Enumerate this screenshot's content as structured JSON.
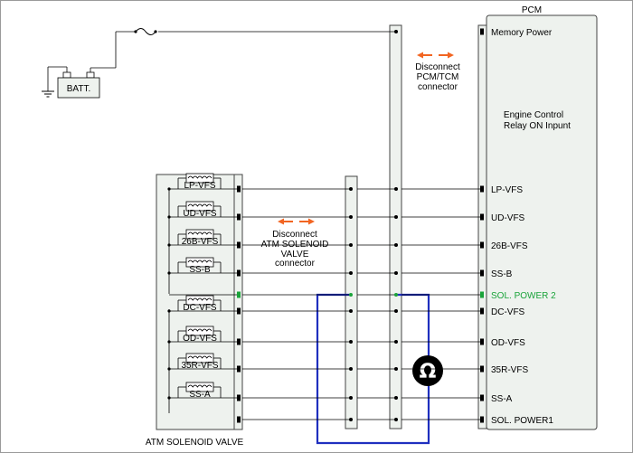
{
  "labels": {
    "pcm_title": "PCM",
    "battery": "BATT.",
    "atm_title": "ATM SOLENOID VALVE",
    "disconnect_pcm_lines": [
      "Disconnect",
      "PCM/TCM",
      "connector"
    ],
    "disconnect_atm_lines": [
      "Disconnect",
      "ATM SOLENOID",
      "VALVE",
      "connector"
    ],
    "engine_control_lines": [
      "Engine Control",
      "Relay ON Inpunt"
    ],
    "ohm_symbol": "Ω"
  },
  "solenoids": [
    "LP-VFS",
    "UD-VFS",
    "26B-VFS",
    "SS-B",
    "DC-VFS",
    "OD-VFS",
    "35R-VFS",
    "SS-A"
  ],
  "pcm_pins": [
    "Memory Power",
    "LP-VFS",
    "UD-VFS",
    "26B-VFS",
    "SS-B",
    "SOL. POWER 2",
    "DC-VFS",
    "OD-VFS",
    "35R-VFS",
    "SS-A",
    "SOL. POWER1"
  ],
  "colors": {
    "arrow": "#f26522",
    "highlight": "#1aa33a",
    "meter_loop": "#1f2fbf",
    "component_fill": "#eef2ee"
  },
  "highlighted_pin": "SOL. POWER 2"
}
